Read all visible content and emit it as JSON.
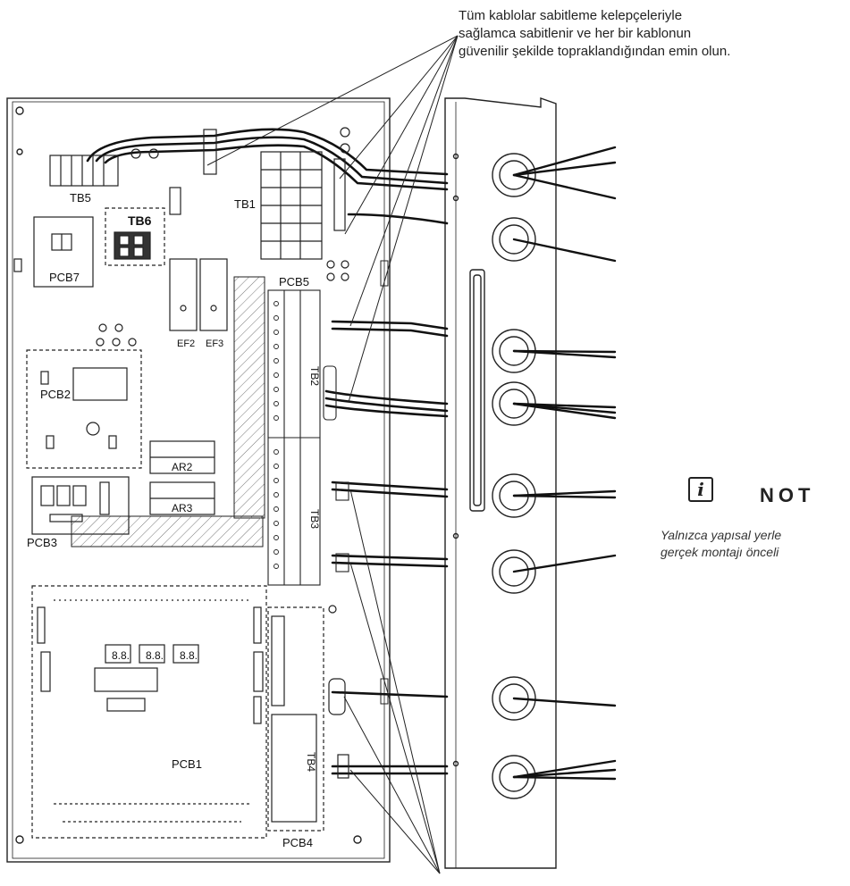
{
  "callout_top": {
    "lines": [
      "Tüm kablolar sabitleme kelepçeleriyle",
      "sağlamca sabitlenir ve her bir kablonun",
      "güvenilir şekilde topraklandığından emin olun."
    ]
  },
  "labels": {
    "tb5": "TB5",
    "tb6": "TB6",
    "tb1": "TB1",
    "pcb7": "PCB7",
    "pcb5": "PCB5",
    "pcb2": "PCB2",
    "pcb3": "PCB3",
    "pcb1": "PCB1",
    "pcb4": "PCB4",
    "ef2": "EF2",
    "ef3": "EF3",
    "ar2": "AR2",
    "ar3": "AR3",
    "tb2": "TB2",
    "tb3": "TB3",
    "tb4": "TB4",
    "display_1": "8.8.",
    "display_2": "8.8.",
    "display_3": "8.8."
  },
  "note": {
    "icon": "info-icon",
    "title": "NOT",
    "lines": [
      "Yalnızca yapısal yerle",
      "gerçek montajı önceli"
    ]
  },
  "colors": {
    "line": "#222222",
    "hatch": "#888888"
  }
}
